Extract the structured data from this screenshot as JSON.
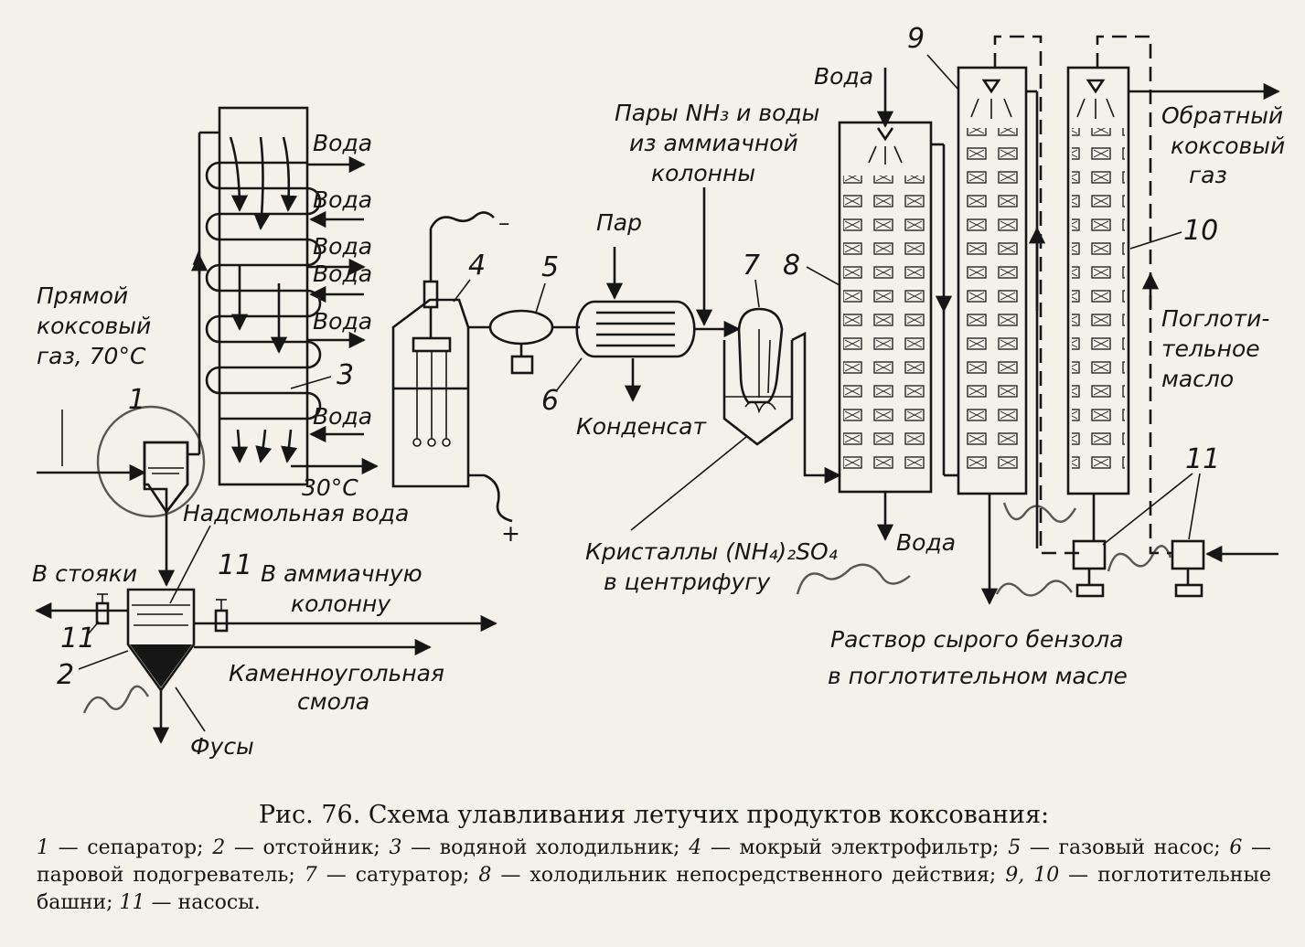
{
  "labels": {
    "raw_gas_1": "Прямой",
    "raw_gas_2": "коксовый",
    "raw_gas_3": "газ, 70°C",
    "water_1": "Вода",
    "water_2": "Вода",
    "water_3": "Вода",
    "water_4": "Вода",
    "water_5": "Вода",
    "water_6": "Вода",
    "temp_30": "30°C",
    "tar_water": "Надсмольная вода",
    "to_risers": "В стояки",
    "to_ammonia_1": "В аммиачную",
    "to_ammonia_2": "колонну",
    "coal_tar_1": "Каменноугольная",
    "coal_tar_2": "смола",
    "fusy": "Фусы",
    "minus": "–",
    "plus": "+",
    "steam": "Пар",
    "condensate": "Конденсат",
    "nh3_vapors_1": "Пары NH₃ и воды",
    "nh3_vapors_2": "из аммиачной",
    "nh3_vapors_3": "колонны",
    "crystals_1": "Кристаллы (NH₄)₂SO₄",
    "crystals_2": "в центрифугу",
    "water_top": "Вода",
    "water_out": "Вода",
    "return_gas_1": "Обратный",
    "return_gas_2": "коксовый",
    "return_gas_3": "газ",
    "absorb_oil_1": "Поглоти-",
    "absorb_oil_2": "тельное",
    "absorb_oil_3": "масло",
    "benzene_1": "Раствор сырого бензола",
    "benzene_2": "в поглотительном масле"
  },
  "numbers": {
    "n1": "1",
    "n2": "2",
    "n3": "3",
    "n4": "4",
    "n5": "5",
    "n6": "6",
    "n7": "7",
    "n8": "8",
    "n9": "9",
    "n10": "10",
    "n11a": "11",
    "n11b": "11",
    "n11c": "11"
  },
  "caption": {
    "title": "Рис. 76. Схема улавливания летучих продуктов коксования:",
    "legend": [
      {
        "num": "1",
        "text": " — сепаратор; "
      },
      {
        "num": "2",
        "text": " — отстойник; "
      },
      {
        "num": "3",
        "text": " — водяной холодильник; "
      },
      {
        "num": "4",
        "text": " — мокрый электрофильтр; "
      },
      {
        "num": "5",
        "text": " — газовый насос; "
      },
      {
        "num": "6",
        "text": " — паровой подогреватель; "
      },
      {
        "num": "7",
        "text": " — сатуратор; "
      },
      {
        "num": "8",
        "text": " — холодильник непосредственного действия; "
      },
      {
        "num": "9, 10",
        "text": " — поглотительные башни; "
      },
      {
        "num": "11",
        "text": " — насосы."
      }
    ]
  },
  "colors": {
    "ink": "#161616",
    "paper": "#f4f1ea"
  }
}
